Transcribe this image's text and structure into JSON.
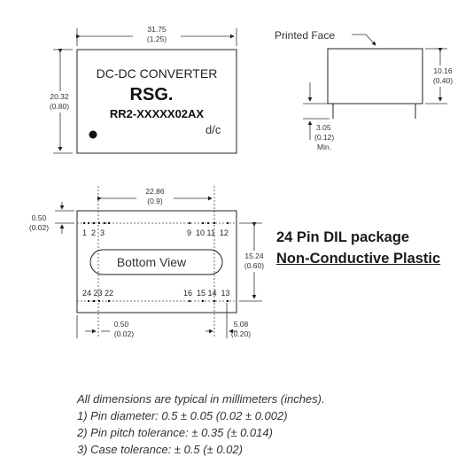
{
  "top_view": {
    "brand_line": "DC-DC CONVERTER",
    "logo": "RSG.",
    "part_number": "RR2-XXXXX02AX",
    "dc_label": "d/c",
    "width_mm": "31.75",
    "width_in": "(1.25)",
    "height_mm": "20.32",
    "height_in": "(0.80)"
  },
  "side_view": {
    "printed_face_label": "Printed Face",
    "height_mm": "10.16",
    "height_in": "(0.40)",
    "pin_length_mm": "3.05",
    "pin_length_in": "(0.12)",
    "pin_length_note": "Min."
  },
  "bottom_view": {
    "label": "Bottom View",
    "pin_span_mm": "22.86",
    "pin_span_in": "(0.9)",
    "edge_offset_mm": "0.50",
    "edge_offset_in": "(0.02)",
    "row_spacing_mm": "15.24",
    "row_spacing_in": "(0.60)",
    "bottom_offset_mm": "0.50",
    "bottom_offset_in": "(0.02)",
    "pitch_mm": "5.08",
    "pitch_in": "(0.20)",
    "top_pins_left": "1  2  3",
    "top_pins_right": "9  10 11  12",
    "bottom_pins_left": "24 23 22",
    "bottom_pins_right": "16  15 14  13"
  },
  "package": {
    "title": "24 Pin DIL package",
    "material": "Non-Conductive Plastic"
  },
  "notes": [
    "All dimensions are typical in millimeters (inches).",
    "1)  Pin diameter: 0.5 ± 0.05 (0.02 ± 0.002)",
    "2)  Pin pitch tolerance: ± 0.35 (± 0.014)",
    "3)  Case tolerance: ± 0.5 (± 0.02)"
  ]
}
